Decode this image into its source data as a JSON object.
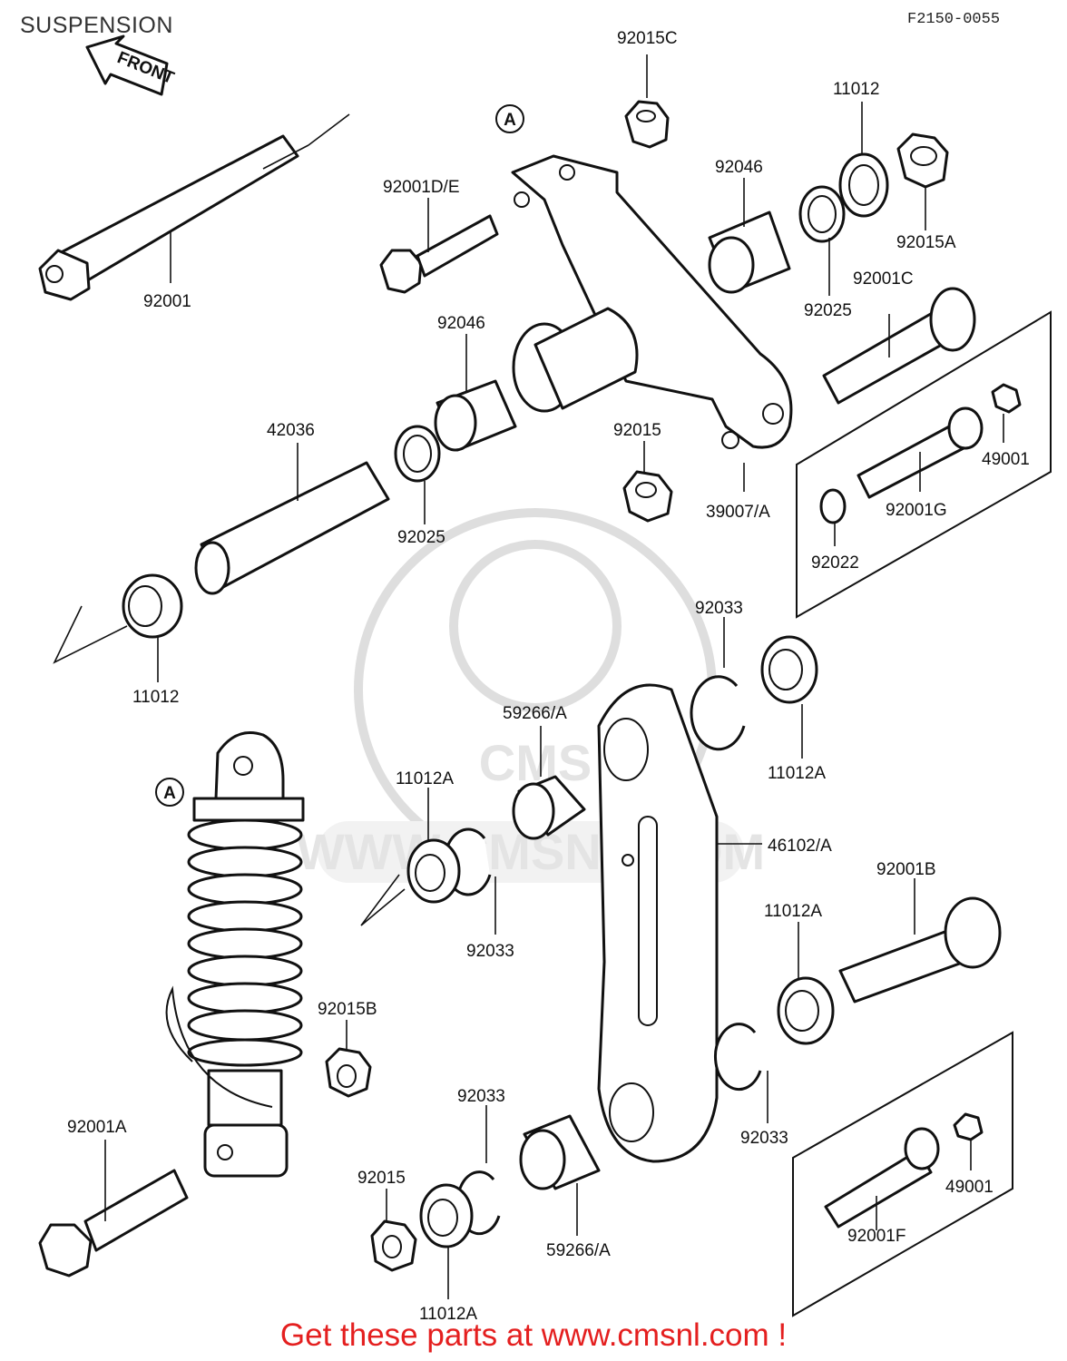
{
  "header": {
    "title": "SUSPENSION",
    "diagram_code": "F2150-0055"
  },
  "front_arrow": {
    "label": "FRONT"
  },
  "reference_marks": [
    "A",
    "A"
  ],
  "watermark": {
    "site_text": "WWW.CMSNL.COM",
    "logo_text": "CMS"
  },
  "parts": [
    {
      "id": "p-92015C",
      "number": "92015C"
    },
    {
      "id": "p-11012-top",
      "number": "11012"
    },
    {
      "id": "p-92046-top",
      "number": "92046"
    },
    {
      "id": "p-92001DE",
      "number": "92001D/E"
    },
    {
      "id": "p-92015A",
      "number": "92015A"
    },
    {
      "id": "p-92001",
      "number": "92001"
    },
    {
      "id": "p-92025-top",
      "number": "92025"
    },
    {
      "id": "p-92001C",
      "number": "92001C"
    },
    {
      "id": "p-92046-mid",
      "number": "92046"
    },
    {
      "id": "p-42036",
      "number": "42036"
    },
    {
      "id": "p-92015-top",
      "number": "92015"
    },
    {
      "id": "p-49001-top",
      "number": "49001"
    },
    {
      "id": "p-39007A",
      "number": "39007/A"
    },
    {
      "id": "p-92001G",
      "number": "92001G"
    },
    {
      "id": "p-92025-mid",
      "number": "92025"
    },
    {
      "id": "p-92022",
      "number": "92022"
    },
    {
      "id": "p-92033-top",
      "number": "92033"
    },
    {
      "id": "p-11012-left",
      "number": "11012"
    },
    {
      "id": "p-59266A-top",
      "number": "59266/A"
    },
    {
      "id": "p-11012A-right",
      "number": "11012A"
    },
    {
      "id": "p-11012A-left",
      "number": "11012A"
    },
    {
      "id": "p-46102A",
      "number": "46102/A"
    },
    {
      "id": "p-92001B",
      "number": "92001B"
    },
    {
      "id": "p-92033-left",
      "number": "92033"
    },
    {
      "id": "p-11012A-mid",
      "number": "11012A"
    },
    {
      "id": "p-92015B",
      "number": "92015B"
    },
    {
      "id": "p-92033-bottom",
      "number": "92033"
    },
    {
      "id": "p-92033-right",
      "number": "92033"
    },
    {
      "id": "p-92001A",
      "number": "92001A"
    },
    {
      "id": "p-92015-bottom",
      "number": "92015"
    },
    {
      "id": "p-49001-bottom",
      "number": "49001"
    },
    {
      "id": "p-59266A-bottom",
      "number": "59266/A"
    },
    {
      "id": "p-92001F",
      "number": "92001F"
    },
    {
      "id": "p-11012A-bottom",
      "number": "11012A"
    }
  ],
  "footer": {
    "cta": "Get these parts at www.cmsnl.com !"
  },
  "colors": {
    "line": "#111111",
    "footer_text": "#e41f1f",
    "watermark": "#dedede",
    "background": "#ffffff"
  }
}
